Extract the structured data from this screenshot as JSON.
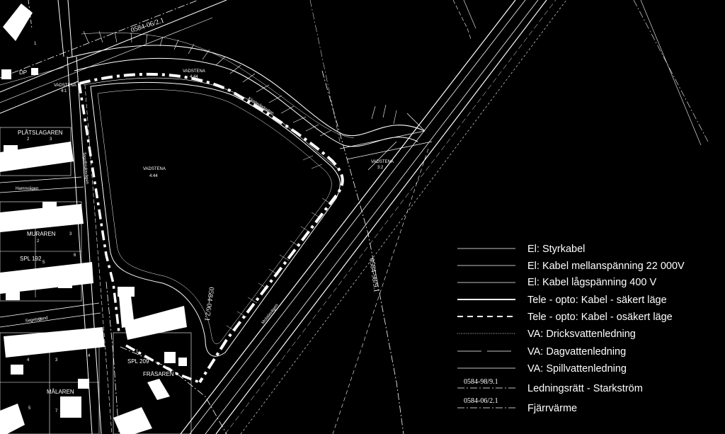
{
  "map": {
    "property_labels": {
      "vadstena_444_center": "VADSTENA",
      "vadstena_444_center_num": "4:44",
      "vadstena_444_top": "VADSTENA",
      "vadstena_444_top_num": "4:44",
      "vadstena_32": "VADSTENA",
      "vadstena_32_num": "3:2",
      "vadstena_nw": "VADSTENA",
      "vadstena_nw_num": "4:1",
      "plåtslagaren": "PLÅTSLAGAREN",
      "muraren": "MURAREN",
      "spl192": "SPL 192",
      "spl209": "SPL 209",
      "fräsaren": "FRÄSAREN",
      "målaren": "MÅLAREN",
      "dp": "DP"
    },
    "lot_numbers": [
      "1",
      "2",
      "3",
      "2",
      "3",
      "5",
      "6",
      "4",
      "3",
      "4",
      "5",
      "7",
      "1",
      "2"
    ],
    "street_labels": {
      "klosterledgatan": "Klosterledgatan",
      "motalavagen": "Motalavägen",
      "hamnvagen": "Hamnvägen",
      "tegelbruksvagen": "Tegelbruksvägen",
      "segelstrand": "Segelstrand"
    },
    "rights_labels": {
      "district_heating_top": "0584-06/2.1",
      "district_heating_mid": "0584-06/2.1",
      "high_voltage_right": "0584-98/9.1"
    }
  },
  "legend": {
    "items": [
      {
        "label": "El: Styrkabel",
        "line": "thin"
      },
      {
        "label": "El: Kabel mellanspänning 22 000V",
        "line": "thin"
      },
      {
        "label": "El: Kabel lågspänning 400 V",
        "line": "thin"
      },
      {
        "label": "Tele - opto: Kabel - säkert läge",
        "line": "thick-solid"
      },
      {
        "label": "Tele - opto: Kabel - osäkert läge",
        "line": "thick-dashed"
      },
      {
        "label": "VA: Dricksvattenledning",
        "line": "dotted"
      },
      {
        "label": "VA: Dagvattenledning",
        "line": "long-dash"
      },
      {
        "label": "VA: Spillvattenledning",
        "line": "thin"
      },
      {
        "label": "Ledningsrätt - Starkström",
        "line": "dash-dot",
        "code": "0584-98/9.1"
      },
      {
        "label": "Fjärrvärme",
        "line": "dash-dot",
        "code": "0584-06/2.1"
      }
    ]
  },
  "colors": {
    "background": "#000000",
    "lines": "#ffffff"
  }
}
